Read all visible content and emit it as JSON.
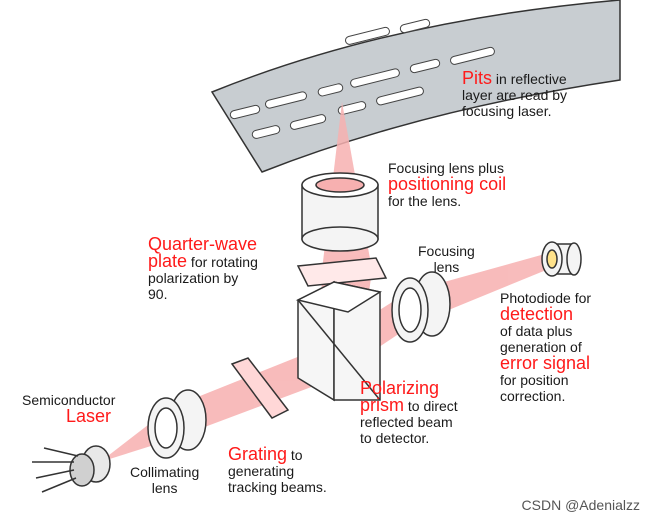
{
  "colors": {
    "accent": "#ff1a1a",
    "beam": "#f7b0b0",
    "disc": "#c8cdd1",
    "text": "#1a1a1a"
  },
  "labels": {
    "pits": {
      "red": "Pits",
      "rest1": " in reflective",
      "rest2": "layer are read by",
      "rest3": "focusing laser."
    },
    "focusing_lens_coil": {
      "l1": "Focusing lens plus",
      "red": "positioning coil",
      "l3": "for the lens."
    },
    "quarter_wave": {
      "red1": "Quarter-wave",
      "red2": "plate",
      "rest2": " for rotating",
      "l3": "polarization by",
      "l4": "90."
    },
    "focusing_lens": {
      "l1": "Focusing",
      "l2": "lens"
    },
    "photodiode": {
      "l1": "Photodiode for",
      "red1": "detection",
      "l3": "of data plus",
      "l4": "generation of",
      "red2": "error signal",
      "l6": "for position",
      "l7": "correction."
    },
    "laser": {
      "l1": "Semiconductor",
      "red": "Laser"
    },
    "collimating": {
      "l1": "Collimating",
      "l2": "lens"
    },
    "grating": {
      "red": "Grating",
      "rest1": " to",
      "l2": "generating",
      "l3": "tracking beams."
    },
    "prism": {
      "red1": "Polarizing",
      "red2": "prism",
      "rest2": " to direct",
      "l3": "reflected beam",
      "l4": "to detector."
    }
  },
  "watermark": "CSDN @Adenialzz"
}
